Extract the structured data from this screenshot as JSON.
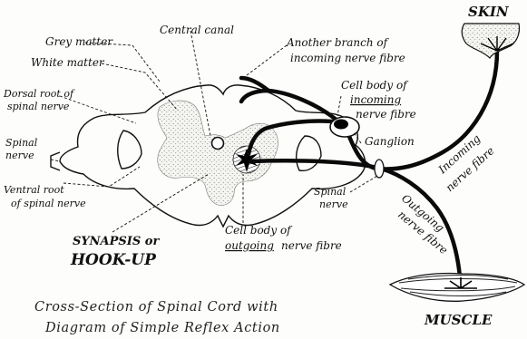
{
  "labels": {
    "grey_matter": "Grey matter",
    "central_canal": "Central canal",
    "white_matter": "White matter",
    "another_branch_l1": "Another branch of",
    "another_branch_l2": "incoming nerve fibre",
    "dorsal_root_l1": "Dorsal root of",
    "dorsal_root_l2": "spinal nerve",
    "cell_body_incoming_l1": "Cell body of",
    "cell_body_incoming_l2": "incoming",
    "cell_body_incoming_l3": "nerve fibre",
    "ganglion": "Ganglion",
    "spinal_nerve_left_l1": "Spinal",
    "spinal_nerve_left_l2": "nerve",
    "ventral_root_l1": "Ventral root",
    "ventral_root_l2": "of spinal nerve",
    "spinal_nerve_right_l1": "Spinal",
    "spinal_nerve_right_l2": "nerve",
    "synapsis_l1": "SYNAPSIS or",
    "synapsis_l2": "HOOK-UP",
    "cell_body_outgoing_l1": "Cell body of",
    "cell_body_outgoing_l2a": "outgoing",
    "cell_body_outgoing_l2b": "nerve fibre",
    "incoming_l1": "Incoming",
    "incoming_l2": "nerve fibre",
    "outgoing_l1": "Outgoing",
    "outgoing_l2": "nerve fibre",
    "skin": "SKIN",
    "muscle": "MUSCLE"
  },
  "caption": {
    "line1": "Cross-Section of Spinal Cord with",
    "line2": "Diagram of Simple Reflex Action"
  }
}
